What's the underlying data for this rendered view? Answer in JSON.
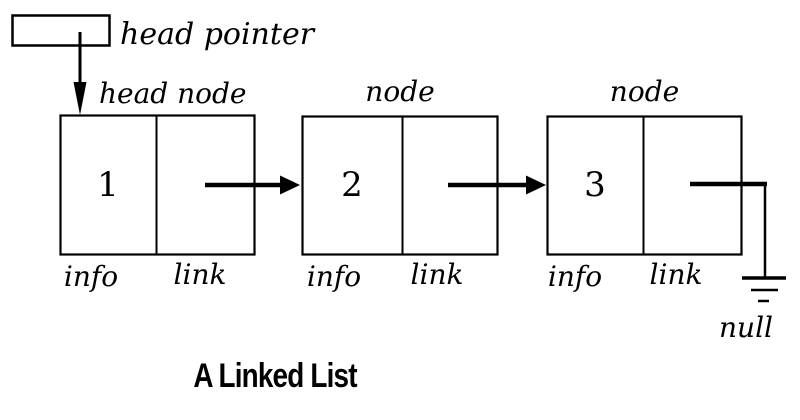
{
  "diagram": {
    "caption": "A Linked List",
    "head_pointer": {
      "label": "head pointer"
    },
    "nodes": [
      {
        "title": "head node",
        "info_value": "1",
        "info_label": "info",
        "link_label": "link"
      },
      {
        "title": "node",
        "info_value": "2",
        "info_label": "info",
        "link_label": "link"
      },
      {
        "title": "node",
        "info_value": "3",
        "info_label": "info",
        "link_label": "link"
      }
    ],
    "null_label": "null",
    "colors": {
      "line": "#000000",
      "background": "#ffffff"
    }
  }
}
